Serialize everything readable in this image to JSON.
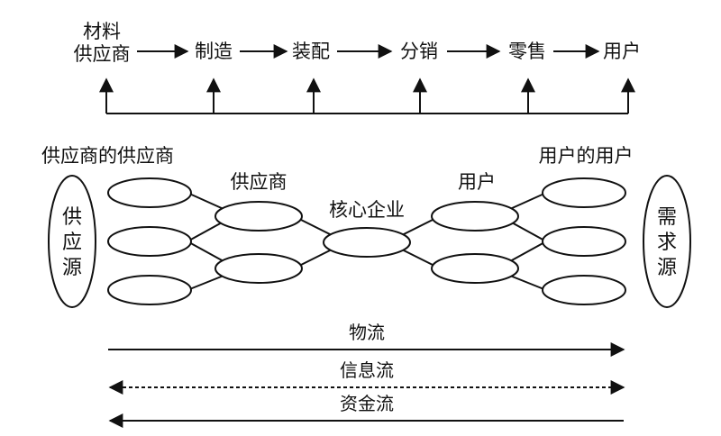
{
  "chain": {
    "stages": [
      "材料供应商",
      "制造",
      "装配",
      "分销",
      "零售",
      "用户"
    ],
    "first_line1": "材料",
    "first_line2": "供应商"
  },
  "network": {
    "tier_labels": {
      "supplier_of_supplier": "供应商的供应商",
      "supplier": "供应商",
      "core": "核心企业",
      "customer": "用户",
      "customer_of_customer": "用户的用户"
    },
    "left_source": [
      "供",
      "应",
      "源"
    ],
    "right_source": [
      "需",
      "求",
      "源"
    ]
  },
  "flows": [
    {
      "label": "物流",
      "direction": "right",
      "style": "solid"
    },
    {
      "label": "信息流",
      "direction": "both",
      "style": "dashed"
    },
    {
      "label": "资金流",
      "direction": "left",
      "style": "solid"
    }
  ]
}
